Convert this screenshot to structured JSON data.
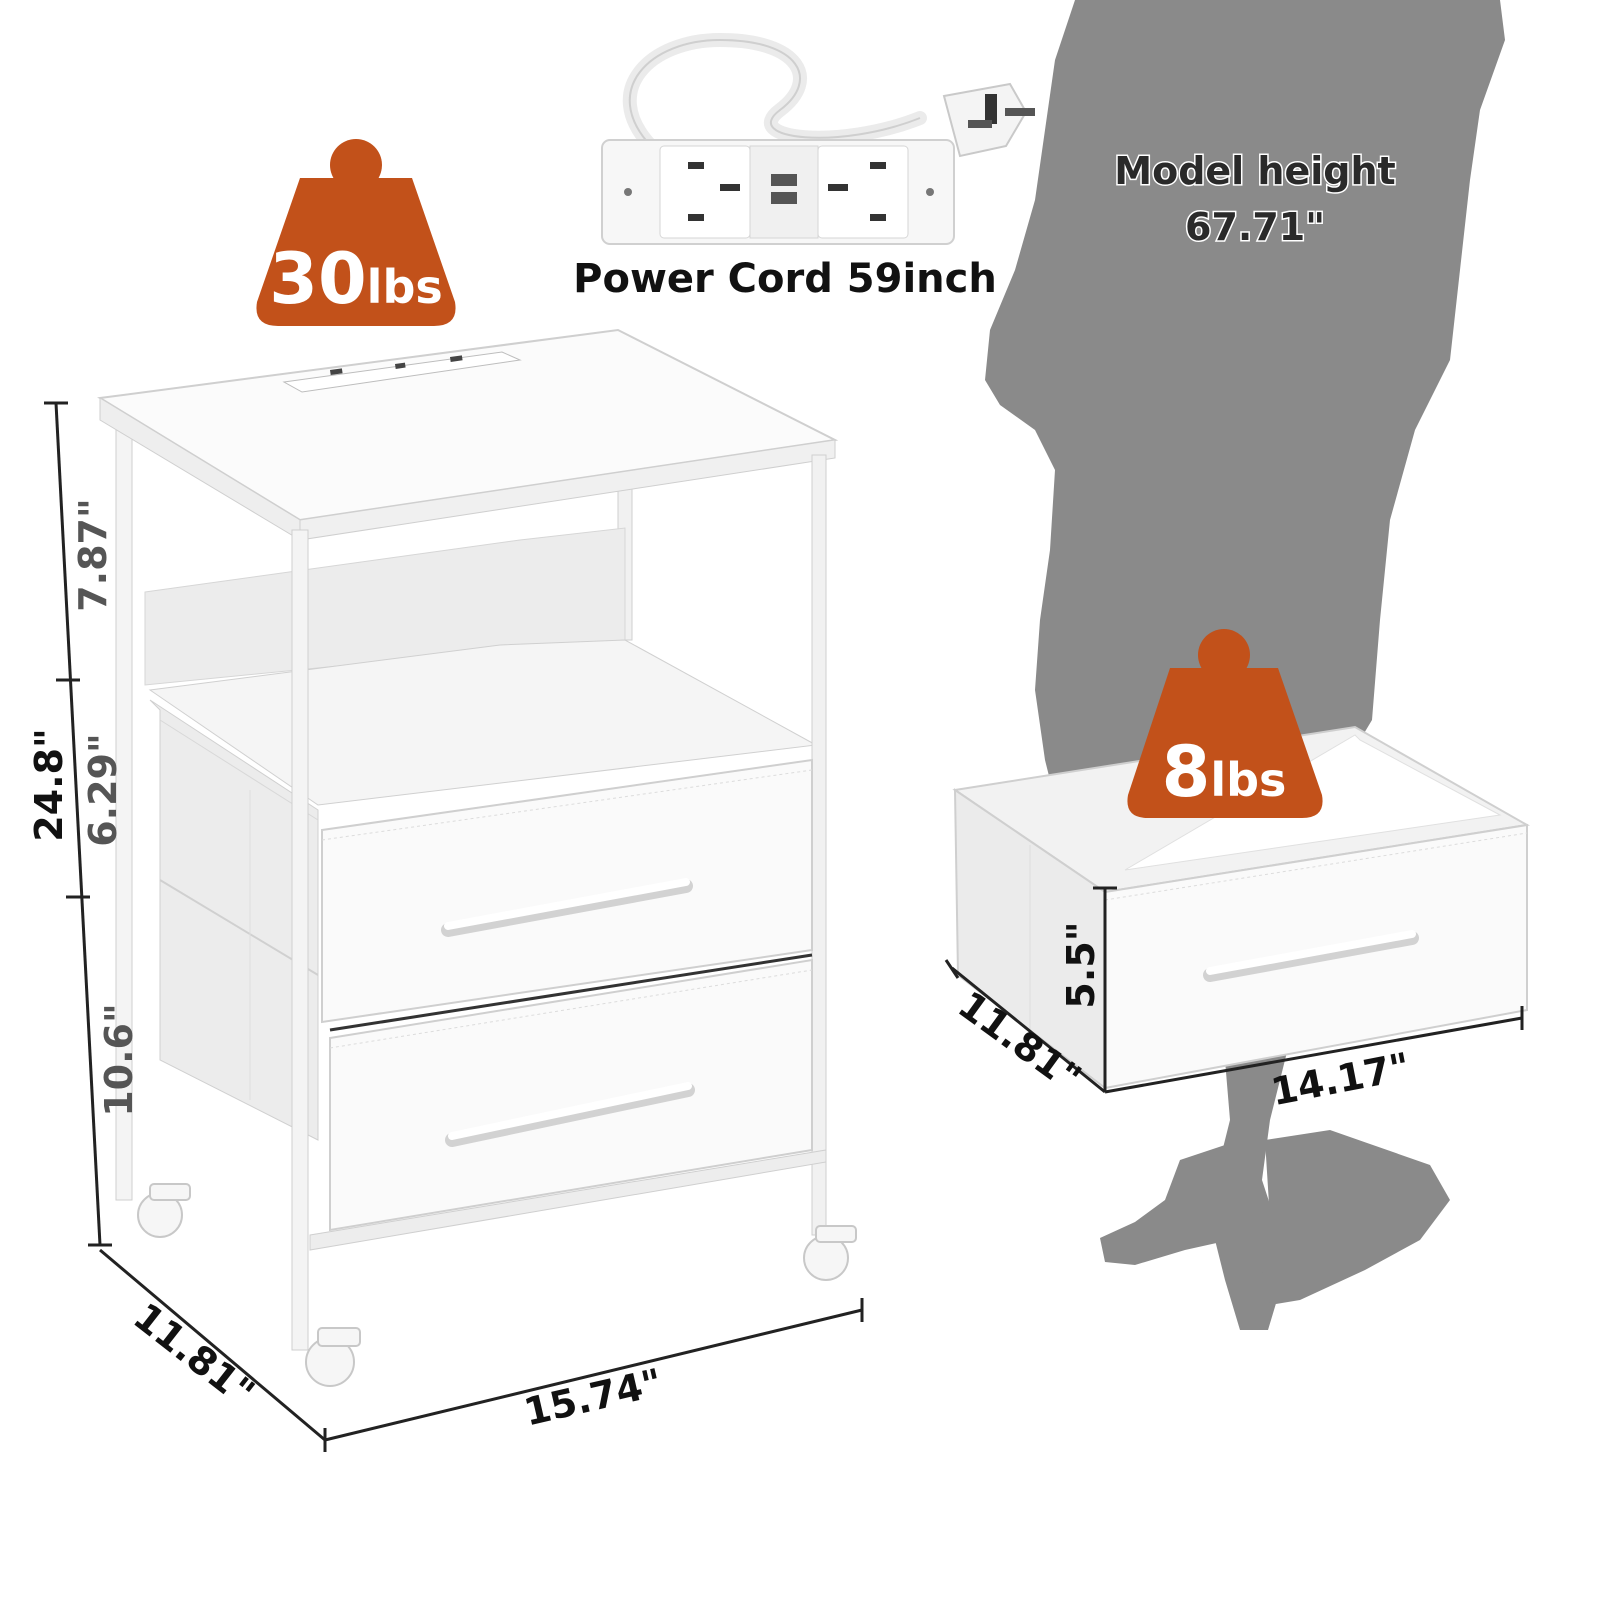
{
  "colors": {
    "weight_badge": "#c2511a",
    "silhouette": "#8a8a8a",
    "furniture": "#f4f4f4",
    "outline": "#cfcfcf",
    "dimension_line": "#222222"
  },
  "weights": {
    "cabinet": {
      "value": "30",
      "unit": "lbs"
    },
    "drawer": {
      "value": "8",
      "unit": "lbs"
    }
  },
  "power_cord": {
    "label": "Power Cord 59inch"
  },
  "model": {
    "line1": "Model height",
    "line2": "67.71\""
  },
  "cabinet_dimensions": {
    "total_height": "24.8\"",
    "top_section": "7.87\"",
    "middle_section": "6.29\"",
    "bottom_section": "10.6\"",
    "depth": "11.81\"",
    "width": "15.74\""
  },
  "drawer_dimensions": {
    "height": "5.5\"",
    "depth": "11.81\"",
    "width": "14.17\""
  },
  "icons": [
    "weight-icon",
    "power-strip-icon",
    "uk-plug-icon",
    "person-silhouette-icon",
    "caster-wheel-icon",
    "drawer-handle-icon"
  ]
}
